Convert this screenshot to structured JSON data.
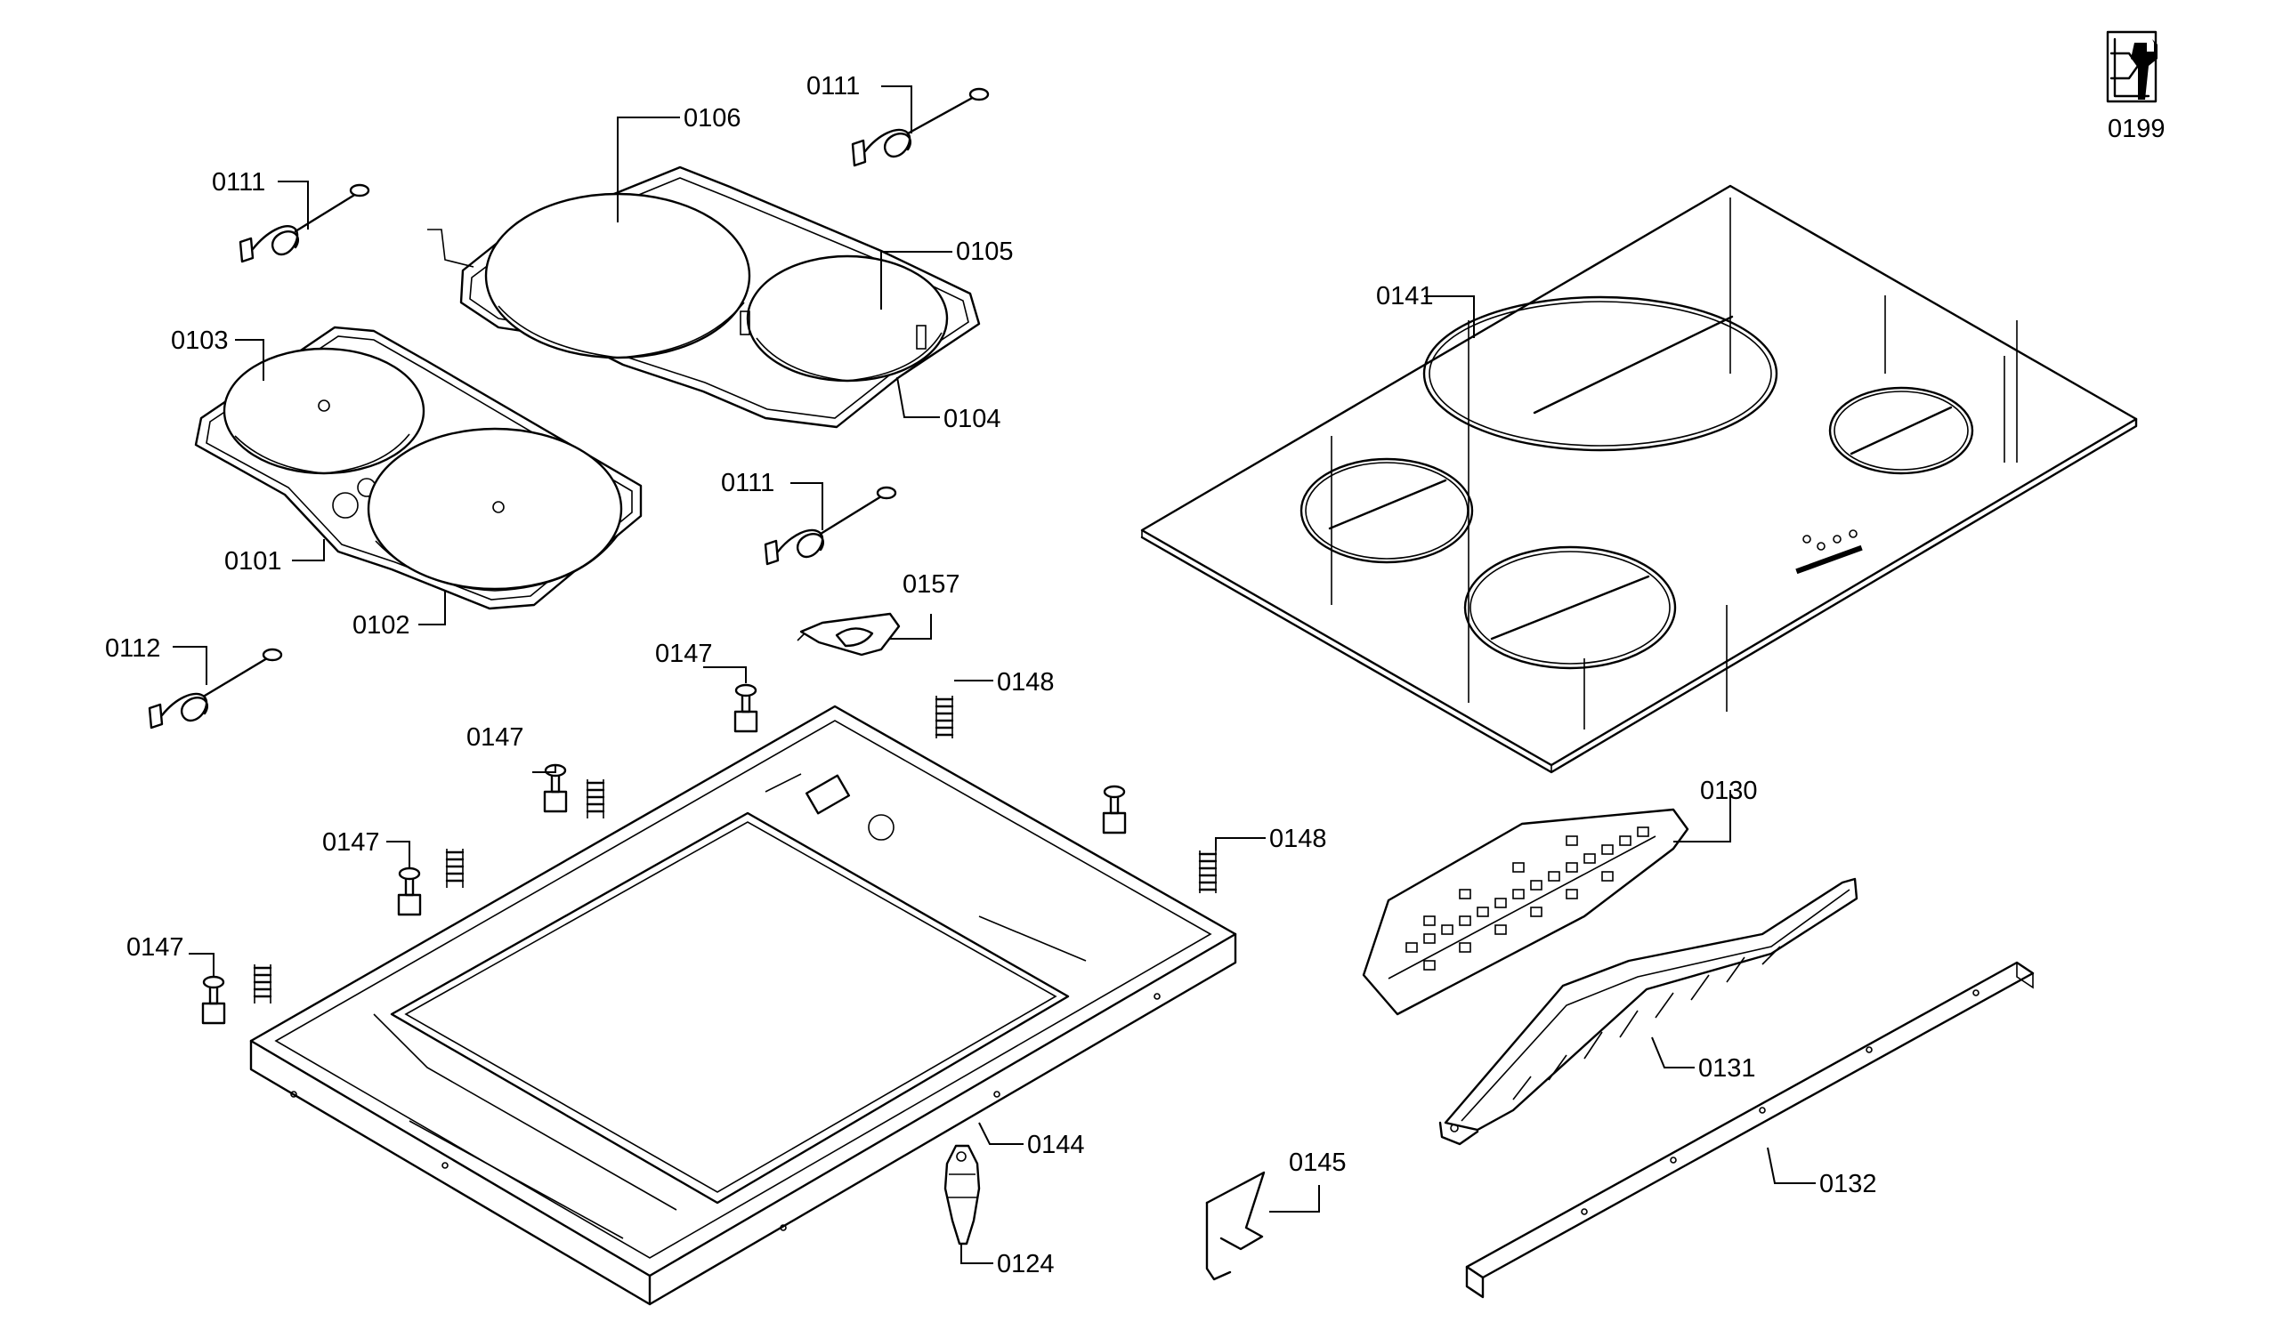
{
  "diagram": {
    "service_icon": {
      "icon": "service-wrench-icon",
      "label": "0199"
    },
    "callouts": [
      {
        "id": "c-0106",
        "label": "0106"
      },
      {
        "id": "c-0111-a",
        "label": "0111"
      },
      {
        "id": "c-0111-b",
        "label": "0111"
      },
      {
        "id": "c-0111-c",
        "label": "0111"
      },
      {
        "id": "c-0105",
        "label": "0105"
      },
      {
        "id": "c-0103",
        "label": "0103"
      },
      {
        "id": "c-0104",
        "label": "0104"
      },
      {
        "id": "c-0101",
        "label": "0101"
      },
      {
        "id": "c-0102",
        "label": "0102"
      },
      {
        "id": "c-0157",
        "label": "0157"
      },
      {
        "id": "c-0112",
        "label": "0112"
      },
      {
        "id": "c-0147-a",
        "label": "0147"
      },
      {
        "id": "c-0148-a",
        "label": "0148"
      },
      {
        "id": "c-0147-b",
        "label": "0147"
      },
      {
        "id": "c-0147-c",
        "label": "0147"
      },
      {
        "id": "c-0148-b",
        "label": "0148"
      },
      {
        "id": "c-0147-d",
        "label": "0147"
      },
      {
        "id": "c-0144",
        "label": "0144"
      },
      {
        "id": "c-0124",
        "label": "0124"
      },
      {
        "id": "c-0145",
        "label": "0145"
      },
      {
        "id": "c-0141",
        "label": "0141"
      },
      {
        "id": "c-0130",
        "label": "0130"
      },
      {
        "id": "c-0131",
        "label": "0131"
      },
      {
        "id": "c-0132",
        "label": "0132"
      }
    ]
  }
}
